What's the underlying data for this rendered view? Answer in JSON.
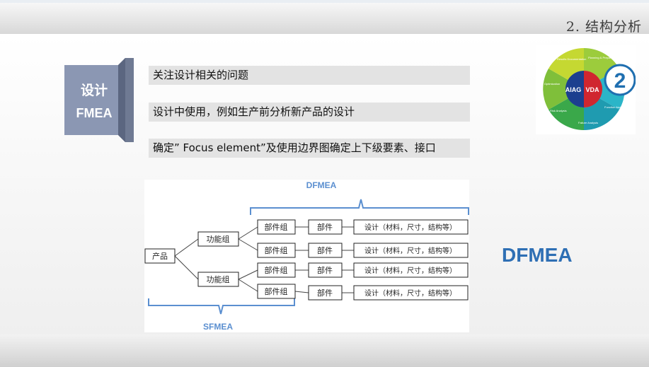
{
  "header": {
    "section_title": "2. 结构分析"
  },
  "badge": {
    "line1": "设计",
    "line2": "FMEA"
  },
  "bullets": [
    "关注设计相关的问题",
    "设计中使用，例如生产前分析新产品的设计",
    "确定” Focus element”及使用边界图确定上下级要素、接口"
  ],
  "logo": {
    "number": "2",
    "center_left": "AIAG",
    "center_right": "VDA",
    "segments": [
      "Planning & Preparation",
      "Function Analysis",
      "Failure Analysis",
      "Risk Analysis",
      "Optimization",
      "Results Documentation"
    ]
  },
  "side_label": "DFMEA",
  "diagram": {
    "top_label": "DFMEA",
    "bottom_label": "SFMEA",
    "product": "产品",
    "function_groups": [
      "功能组",
      "功能组"
    ],
    "part_groups": [
      "部件组",
      "部件组",
      "部件组",
      "部件组"
    ],
    "parts": [
      "部件",
      "部件",
      "部件",
      "部件"
    ],
    "designs": [
      "设计（材料，尺寸，结构等）",
      "设计（材料，尺寸，结构等）",
      "设计（材料，尺寸，结构等）",
      "设计（材料，尺寸，结构等）"
    ],
    "colors": {
      "bracket": "#5b8fd0",
      "label": "#5b8fd0",
      "box_border": "#222222"
    }
  }
}
